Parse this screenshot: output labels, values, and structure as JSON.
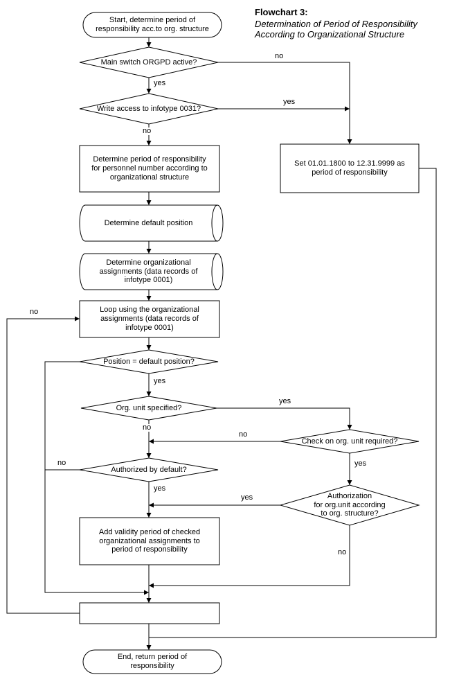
{
  "header": {
    "title": "Flowchart 3:",
    "subtitle1": "Determination of Period of Responsibility",
    "subtitle2": "According to Organizational Structure"
  },
  "nodes": {
    "start": "Start, determine period of\nresponsibility acc.to org. structure",
    "main_switch_decision": "Main switch ORGPD active?",
    "write_access_decision": "Write access to infotype 0031?",
    "determine_period": "Determine period of responsibility\nfor personnel number according to\norganizational structure",
    "set_period": "Set 01.01.1800 to 12.31.9999 as\nperiod of responsibility",
    "determine_default_position": "Determine default position",
    "determine_org_assignments": "Determine organizational\nassignments (data records of\ninfotype 0001)",
    "loop_assignments": "Loop using the organizational\nassignments (data records of\ninfotype 0001)",
    "position_default_decision": "Position = default position?",
    "org_unit_specified_decision": "Org. unit specified?",
    "check_org_unit_decision": "Check on org. unit required?",
    "authorized_by_default_decision": "Authorized by default?",
    "authorization_org_unit_decision": "Authorization\nfor org.unit according\nto org. structure?",
    "add_validity": "Add validity period of checked\norganizational assignments to\nperiod of responsibility",
    "end": "End, return period of\nresponsibility"
  },
  "labels": {
    "main_switch_no": "no",
    "main_switch_yes": "yes",
    "write_access_yes": "yes",
    "write_access_no": "no",
    "loop_back_no": "no",
    "position_default_yes": "yes",
    "org_unit_specified_yes": "yes",
    "org_unit_specified_no": "no",
    "check_org_unit_no": "no",
    "check_org_unit_yes": "yes",
    "authorized_default_no": "no",
    "authorized_default_yes": "yes",
    "authorization_yes": "yes",
    "authorization_no": "no"
  }
}
